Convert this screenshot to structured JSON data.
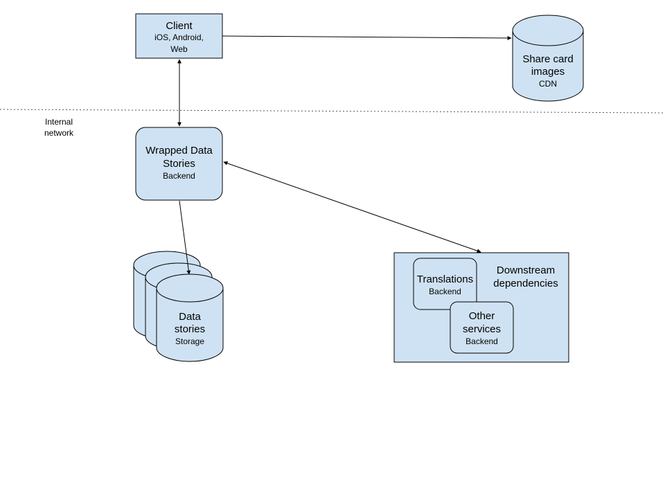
{
  "client": {
    "title": "Client",
    "sub_line1": "iOS, Android,",
    "sub_line2": "Web"
  },
  "cdn": {
    "title_line1": "Share card",
    "title_line2": "images",
    "sub": "CDN"
  },
  "boundary": {
    "label_line1": "Internal",
    "label_line2": "network"
  },
  "backend": {
    "title_line1": "Wrapped Data",
    "title_line2": "Stories",
    "sub": "Backend"
  },
  "storage": {
    "title_line1": "Data",
    "title_line2": "stories",
    "sub": "Storage"
  },
  "downstream": {
    "title_line1": "Downstream",
    "title_line2": "dependencies",
    "translations": {
      "title": "Translations",
      "sub": "Backend"
    },
    "other": {
      "title_line1": "Other",
      "title_line2": "services",
      "sub": "Backend"
    }
  },
  "colors": {
    "node_fill": "#cfe2f3",
    "stroke": "#000000"
  }
}
